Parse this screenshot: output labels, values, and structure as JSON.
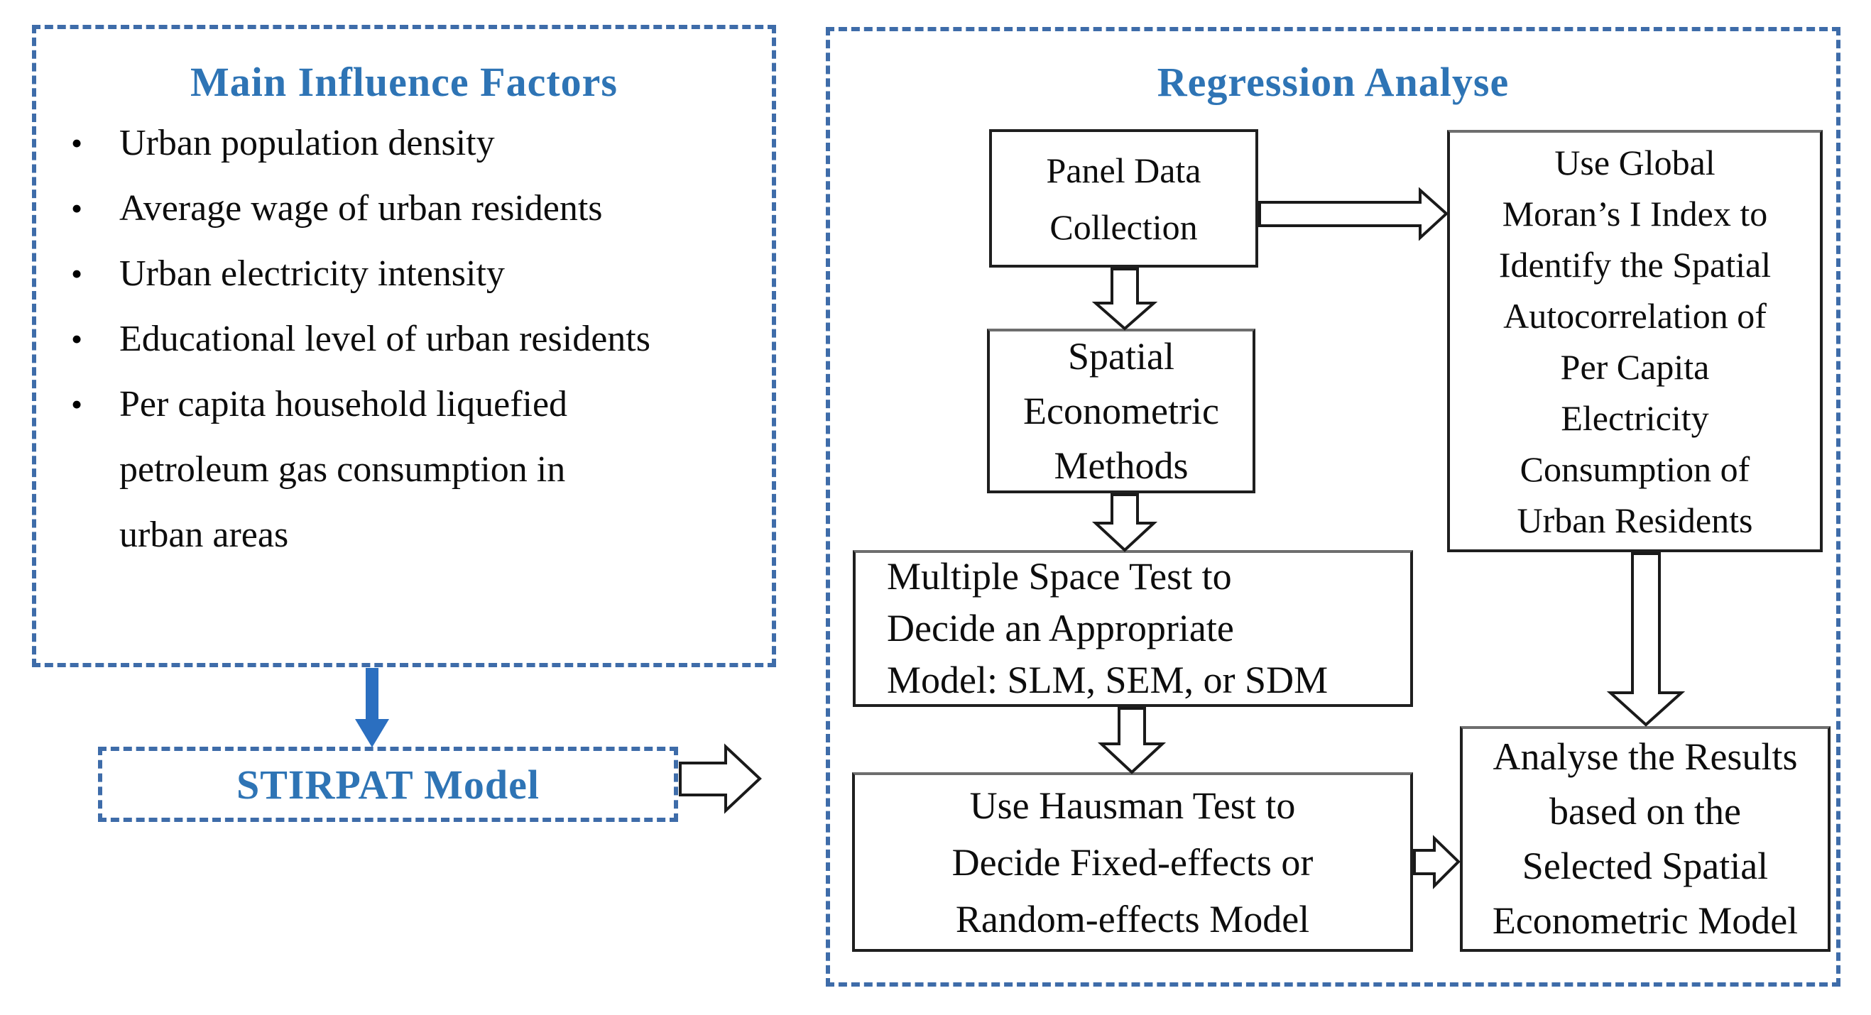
{
  "colors": {
    "accent_blue": "#2E74B5",
    "dash_border_blue": "#3E6CA9",
    "solid_arrow_blue": "#2B6FC0",
    "box_border": "#1F1F1F",
    "text": "#0D0D0D"
  },
  "left_panel": {
    "title": "Main Influence Factors",
    "bullets": [
      "Urban population density",
      "Average wage of urban residents",
      "Urban electricity intensity",
      "Educational level of urban residents",
      [
        "Per capita household liquefied",
        "petroleum gas consumption in",
        "urban areas"
      ]
    ],
    "stirpat_label": "STIRPAT Model"
  },
  "right_panel": {
    "title": "Regression Analyse",
    "boxes": {
      "panel_data": {
        "lines": [
          "Panel Data",
          "Collection"
        ]
      },
      "moran": {
        "lines": [
          "Use Global",
          "Moran’s I Index to",
          "Identify the Spatial",
          "Autocorrelation of",
          "Per Capita",
          "Electricity",
          "Consumption of",
          "Urban Residents"
        ]
      },
      "spatial": {
        "lines": [
          "Spatial",
          "Econometric",
          "Methods"
        ]
      },
      "space_test": {
        "lines": [
          "Multiple Space Test to",
          "Decide an Appropriate",
          "Model: SLM, SEM, or SDM"
        ]
      },
      "hausman": {
        "lines": [
          "Use Hausman Test to",
          "Decide Fixed-effects or",
          "Random-effects Model"
        ]
      },
      "analyse": {
        "lines": [
          "Analyse the Results",
          "based on the",
          "Selected Spatial",
          "Econometric Model"
        ]
      }
    }
  }
}
